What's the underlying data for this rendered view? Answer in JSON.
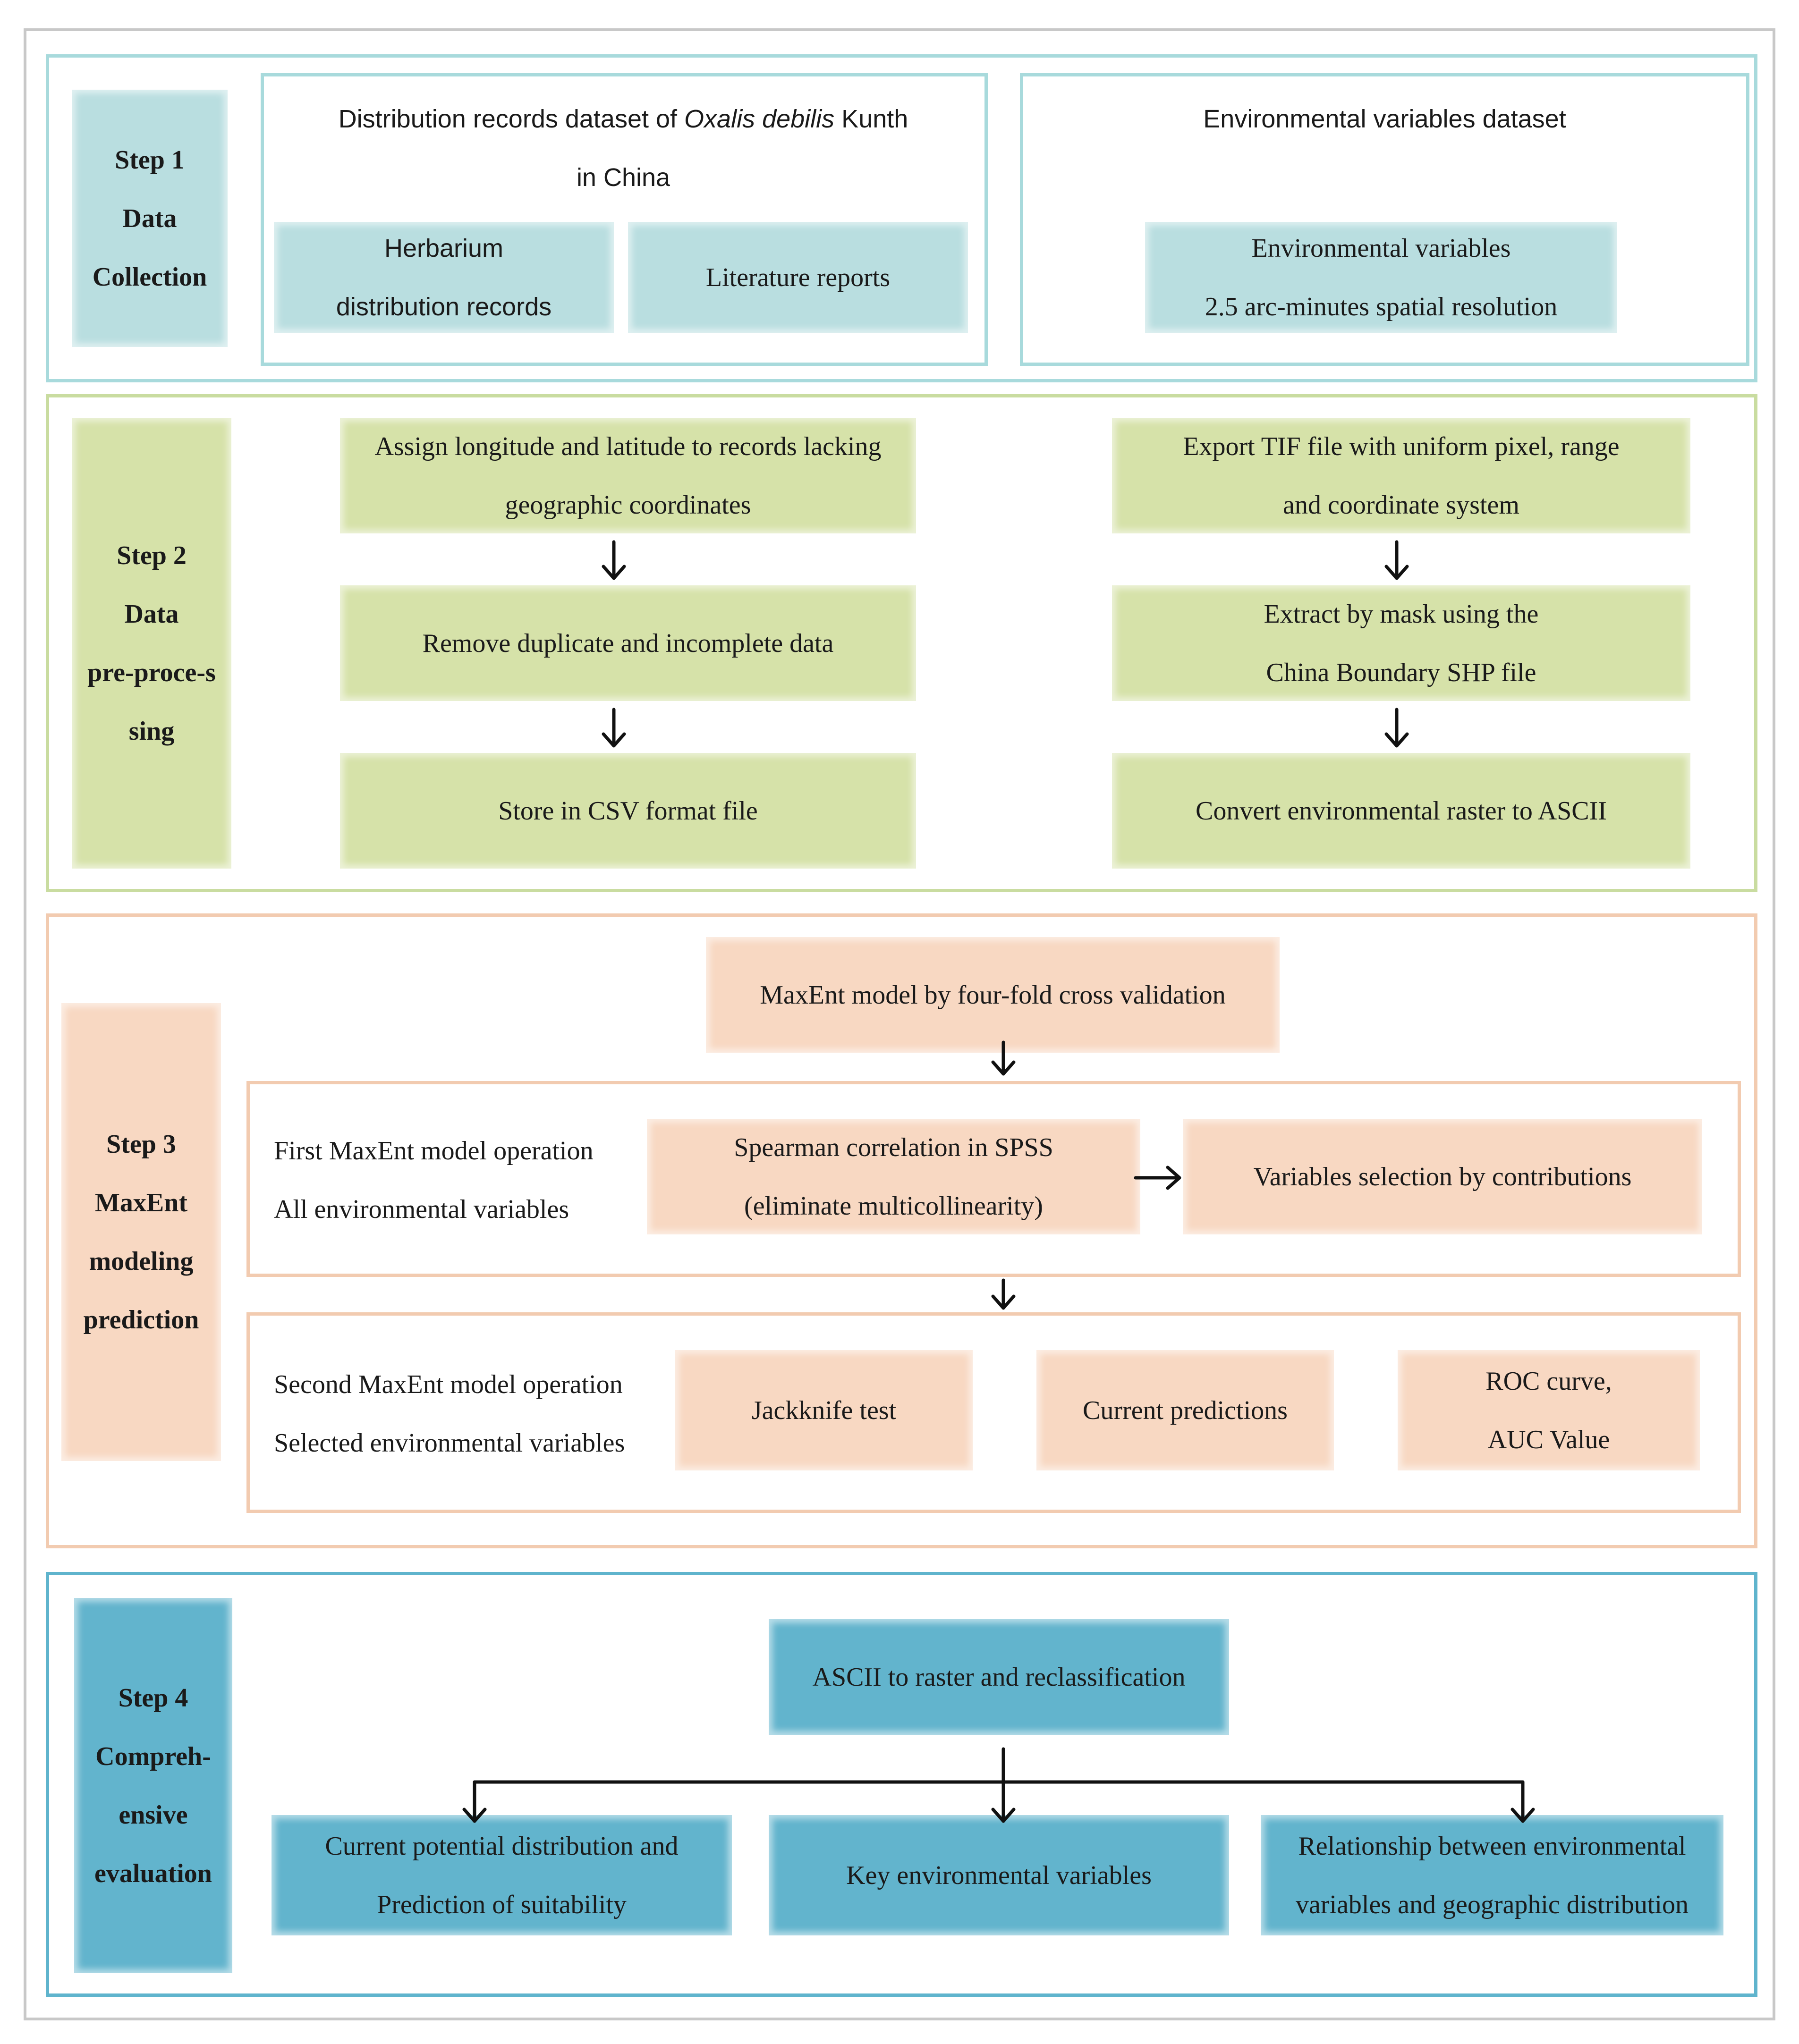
{
  "step1": {
    "label": [
      "Step 1",
      "Data",
      "Collection"
    ],
    "left_title_prefix": "Distribution records dataset of ",
    "left_title_species": "Oxalis debilis",
    "left_title_suffix": " Kunth",
    "left_title_line2": "in China",
    "herbarium": [
      "Herbarium",
      "distribution records"
    ],
    "literature": "Literature reports",
    "right_title": "Environmental variables dataset",
    "env_box": [
      "Environmental variables",
      "2.5 arc-minutes spatial resolution"
    ]
  },
  "step2": {
    "label": [
      "Step 2",
      "Data",
      "pre-proce-s",
      "sing"
    ],
    "left": [
      [
        "Assign longitude and latitude to records lacking",
        "geographic coordinates"
      ],
      [
        "Remove duplicate and incomplete data"
      ],
      [
        "Store in CSV format file"
      ]
    ],
    "right": [
      [
        "Export TIF file with uniform pixel, range",
        "and coordinate system"
      ],
      [
        "Extract by mask using the",
        "China Boundary SHP file"
      ],
      [
        "Convert environmental raster to ASCII"
      ]
    ]
  },
  "step3": {
    "label": [
      "Step 3",
      "MaxEnt",
      "modeling",
      "prediction"
    ],
    "top_box": "MaxEnt model by four-fold cross validation",
    "first_op": [
      "First MaxEnt model operation",
      "All environmental variables"
    ],
    "spearman": [
      "Spearman correlation in SPSS",
      "(eliminate multicollinearity)"
    ],
    "var_selection": "Variables selection by contributions",
    "second_op": [
      "Second MaxEnt model operation",
      "Selected environmental variables"
    ],
    "jackknife": "Jackknife test",
    "current_pred": "Current predictions",
    "roc": [
      "ROC curve,",
      "AUC Value"
    ]
  },
  "step4": {
    "label": [
      "Step 4",
      "Compreh-",
      "ensive",
      "evaluation"
    ],
    "top_box": "ASCII to raster and reclassification",
    "out1": [
      "Current potential distribution and",
      "Prediction of suitability"
    ],
    "out2": "Key environmental variables",
    "out3": [
      "Relationship between environmental",
      "variables and geographic distribution"
    ]
  },
  "colors": {
    "step1": "#b9dee0",
    "step1_border": "#a8dadc",
    "step2": "#d6e2a9",
    "step2_border": "#c9dca0",
    "step3": "#f8d8c2",
    "step3_border": "#f2cbb0",
    "step4": "#62b4cd",
    "step4_border": "#5fb4cd"
  }
}
